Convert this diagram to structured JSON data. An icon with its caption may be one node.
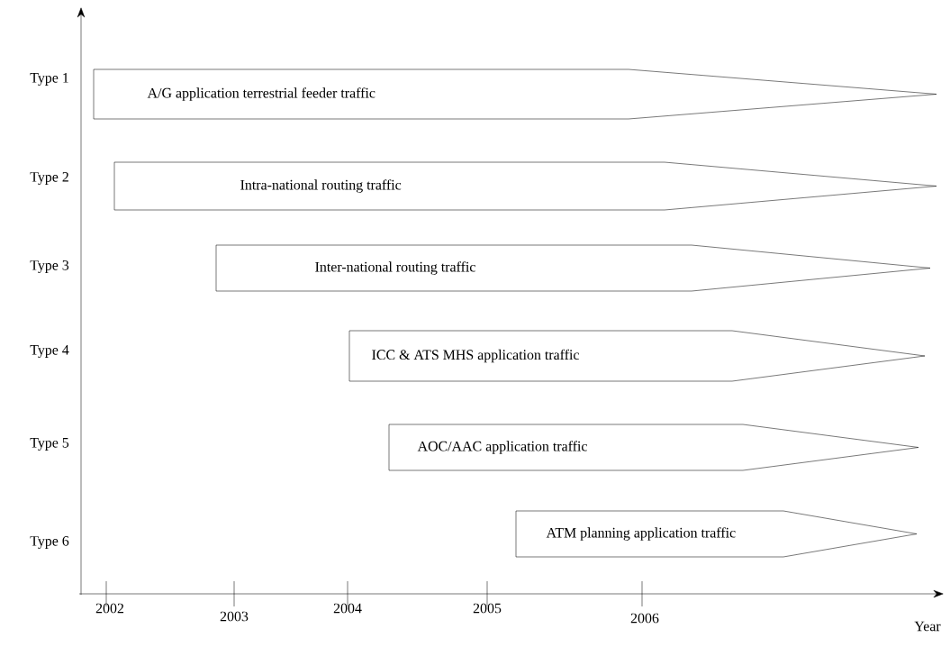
{
  "diagram": {
    "nodes": [
      {
        "text": [
          "A/G application terrestrial feeder traffic"
        ]
      },
      {
        "text": [
          "Intra-national routing traffic"
        ]
      },
      {
        "text": [
          "Inter-national routing traffic"
        ]
      },
      {
        "text": [
          "ICC & ATS MHS application traffic"
        ]
      },
      {
        "text": [
          "AOC/AAC application traffic"
        ]
      },
      {
        "text": [
          "ATM planning application traffic"
        ]
      }
    ],
    "labels": [
      "Type 1",
      "Type 2",
      "Type 3",
      "Type 4",
      "Type 5",
      "Type 6",
      "2002",
      "2003",
      "2004",
      "2005",
      "2006",
      "Year"
    ]
  }
}
